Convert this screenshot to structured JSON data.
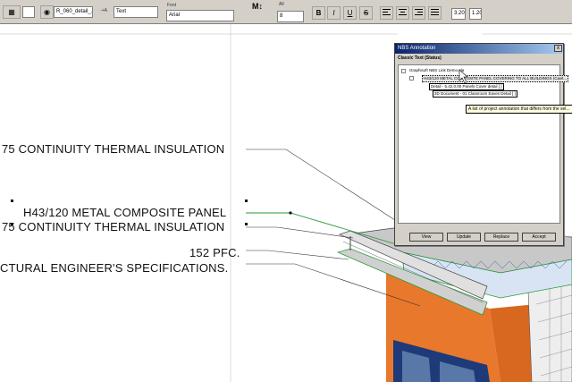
{
  "toolbar": {
    "pen_value": "",
    "layer_value": "R_060_detail_...",
    "text_mode_label": "Text",
    "font_label": "Font",
    "font_value": "Arial",
    "size_value": "8",
    "bold_label": "B",
    "italic_label": "I",
    "underline_label": "U",
    "strike_label": "S",
    "all_label": "All",
    "line_spacing_value": "3.20",
    "width_value": "1.20"
  },
  "drawing": {
    "labels": [
      "75 CONTINUITY THERMAL INSULATION",
      "H43/120 METAL COMPOSITE PANEL",
      "75 CONTINUITY THERMAL INSULATION",
      "152 PFC.",
      "CTURAL ENGINEER'S SPECIFICATIONS."
    ]
  },
  "panel": {
    "title": "NBS Annotation",
    "close_label": "x",
    "section_label": "Classic Text (Status)",
    "tree": [
      "Graphisoft NBS Link Demo.pla",
      "H43/120 METAL COMPOSITE PANEL COVERING TO ALL BUILDINGS (Cavit...",
      "Detail - 5.42.0.00 Panels Cover detail [ ]",
      "3D Document - 01 Classroom Eaves Detail [ ]"
    ],
    "buttons": [
      "View",
      "Update",
      "Replace",
      "Accept"
    ],
    "tooltip": "A list of project annotation that differs from the sel..."
  },
  "colors": {
    "toolbar_bg": "#d4d0c8",
    "orange_wall": "#e8782c",
    "leader_green": "#2a9a3a",
    "slab_gray": "#c8c8c8",
    "glass_blue": "#5878a8"
  }
}
